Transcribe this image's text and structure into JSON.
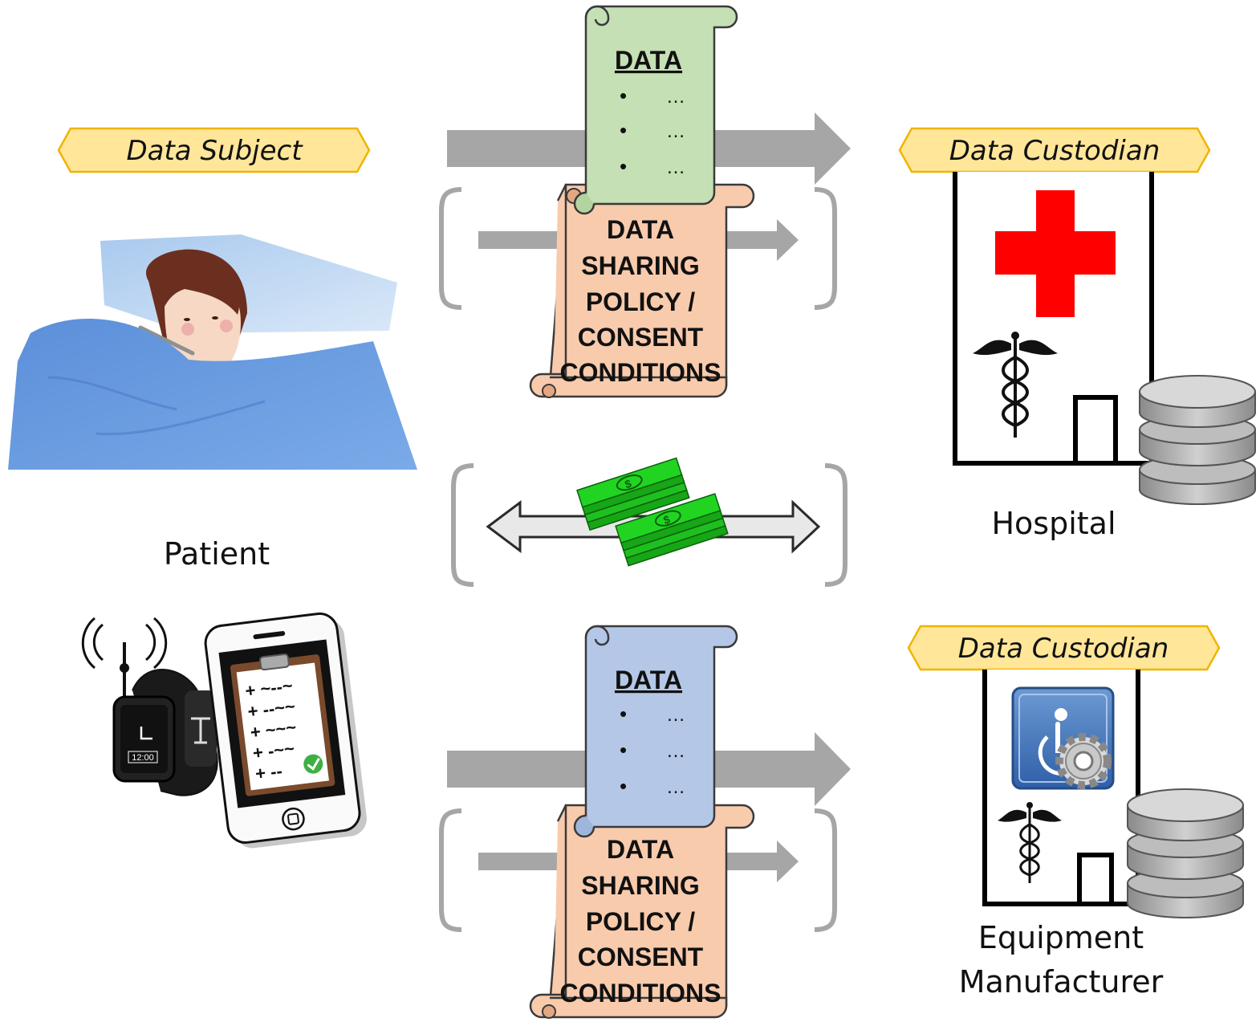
{
  "labels": {
    "subject_tag": "Data Subject",
    "custodian_tag_1": "Data Custodian",
    "custodian_tag_2": "Data Custodian",
    "patient": "Patient",
    "hospital": "Hospital",
    "manufacturer_line1": "Equipment",
    "manufacturer_line2": "Manufacturer"
  },
  "scroll_top": {
    "title": "DATA",
    "items": [
      "…",
      "…",
      "…"
    ],
    "color": "#c5e0b4"
  },
  "scroll_bottom": {
    "title": "DATA",
    "items": [
      "…",
      "…",
      "…"
    ],
    "color": "#b4c7e7"
  },
  "policy": {
    "lines": [
      "DATA",
      "SHARING",
      "POLICY /",
      "CONSENT",
      "CONDITIONS"
    ],
    "color": "#f8cbad"
  },
  "watch_time": "12:00",
  "colors": {
    "tag_fill": "#ffe699",
    "tag_stroke": "#f0b400",
    "arrow_gray": "#a6a6a6",
    "bracket_gray": "#a6a6a6",
    "cross_red": "#ff0000",
    "money_green": "#22d422",
    "blanket_blue": "#6a9de0"
  },
  "icons": [
    "patient-in-bed-icon",
    "smartwatch-icon",
    "smartphone-checklist-icon",
    "hospital-building-icon",
    "red-cross-icon",
    "caduceus-icon",
    "database-icon",
    "money-stack-icon",
    "wheelchair-gear-icon"
  ]
}
